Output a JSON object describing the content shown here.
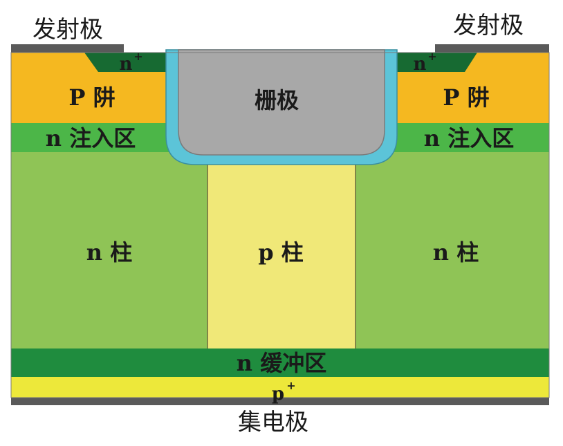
{
  "labels": {
    "emitter_left": "发射极",
    "emitter_right": "发射极",
    "collector": "集电极",
    "gate": "栅极",
    "p_well_left": "P 阱",
    "p_well_right": "P 阱",
    "n_injection_left": "n 注入区",
    "n_injection_right": "n 注入区",
    "n_pillar_left": "n 柱",
    "n_pillar_right": "n 柱",
    "p_pillar": "p 柱",
    "n_buffer": "n 缓冲区",
    "n_plus_left": "n",
    "n_plus_right": "n",
    "p_plus": "p",
    "plus_sign": "+"
  },
  "colors": {
    "metal": "#5a5a5a",
    "p_well": "#f5b820",
    "n_plus": "#176a32",
    "n_injection": "#4cb648",
    "n_pillar": "#8fc456",
    "p_pillar": "#f0e878",
    "n_buffer": "#1f8c3e",
    "p_plus": "#ede83a",
    "gate_oxide": "#5cc4d8",
    "gate": "#a8a8a8",
    "text": "#1a1a1a"
  }
}
